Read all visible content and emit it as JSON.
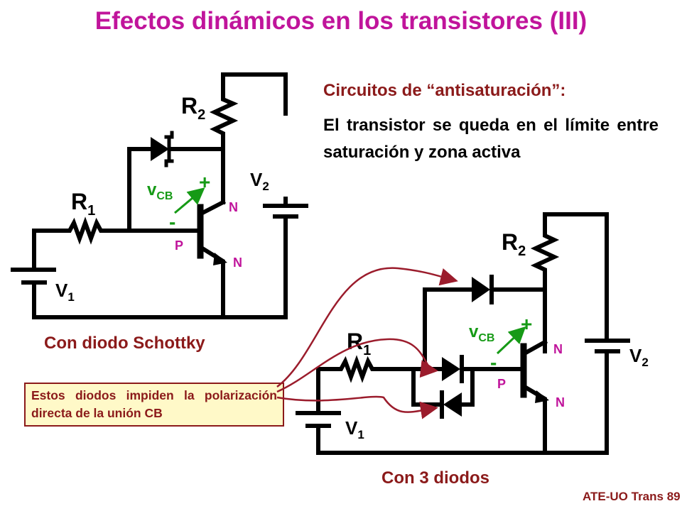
{
  "title": "Efectos dinámicos en los transistores (III)",
  "subtitle": "Circuitos de “antisaturación”:",
  "description": "El transistor se queda en el límite entre saturación y zona activa",
  "note": "Estos diodos impiden la polarización directa de la unión CB",
  "caption_left": "Con diodo Schottky",
  "caption_right": "Con 3 diodos",
  "footer": "ATE-UO Trans 89",
  "labels": {
    "R": "R",
    "V": "V",
    "v": "v",
    "sub_1": "1",
    "sub_2": "2",
    "sub_CB": "CB",
    "plus": "+",
    "minus": "-",
    "N": "N",
    "P": "P"
  },
  "colors": {
    "title": "#c0149b",
    "text_dark_red": "#8b1a1a",
    "green": "#169a16",
    "arrow": "#9b1c2c",
    "note_bg": "#fff9c8"
  }
}
